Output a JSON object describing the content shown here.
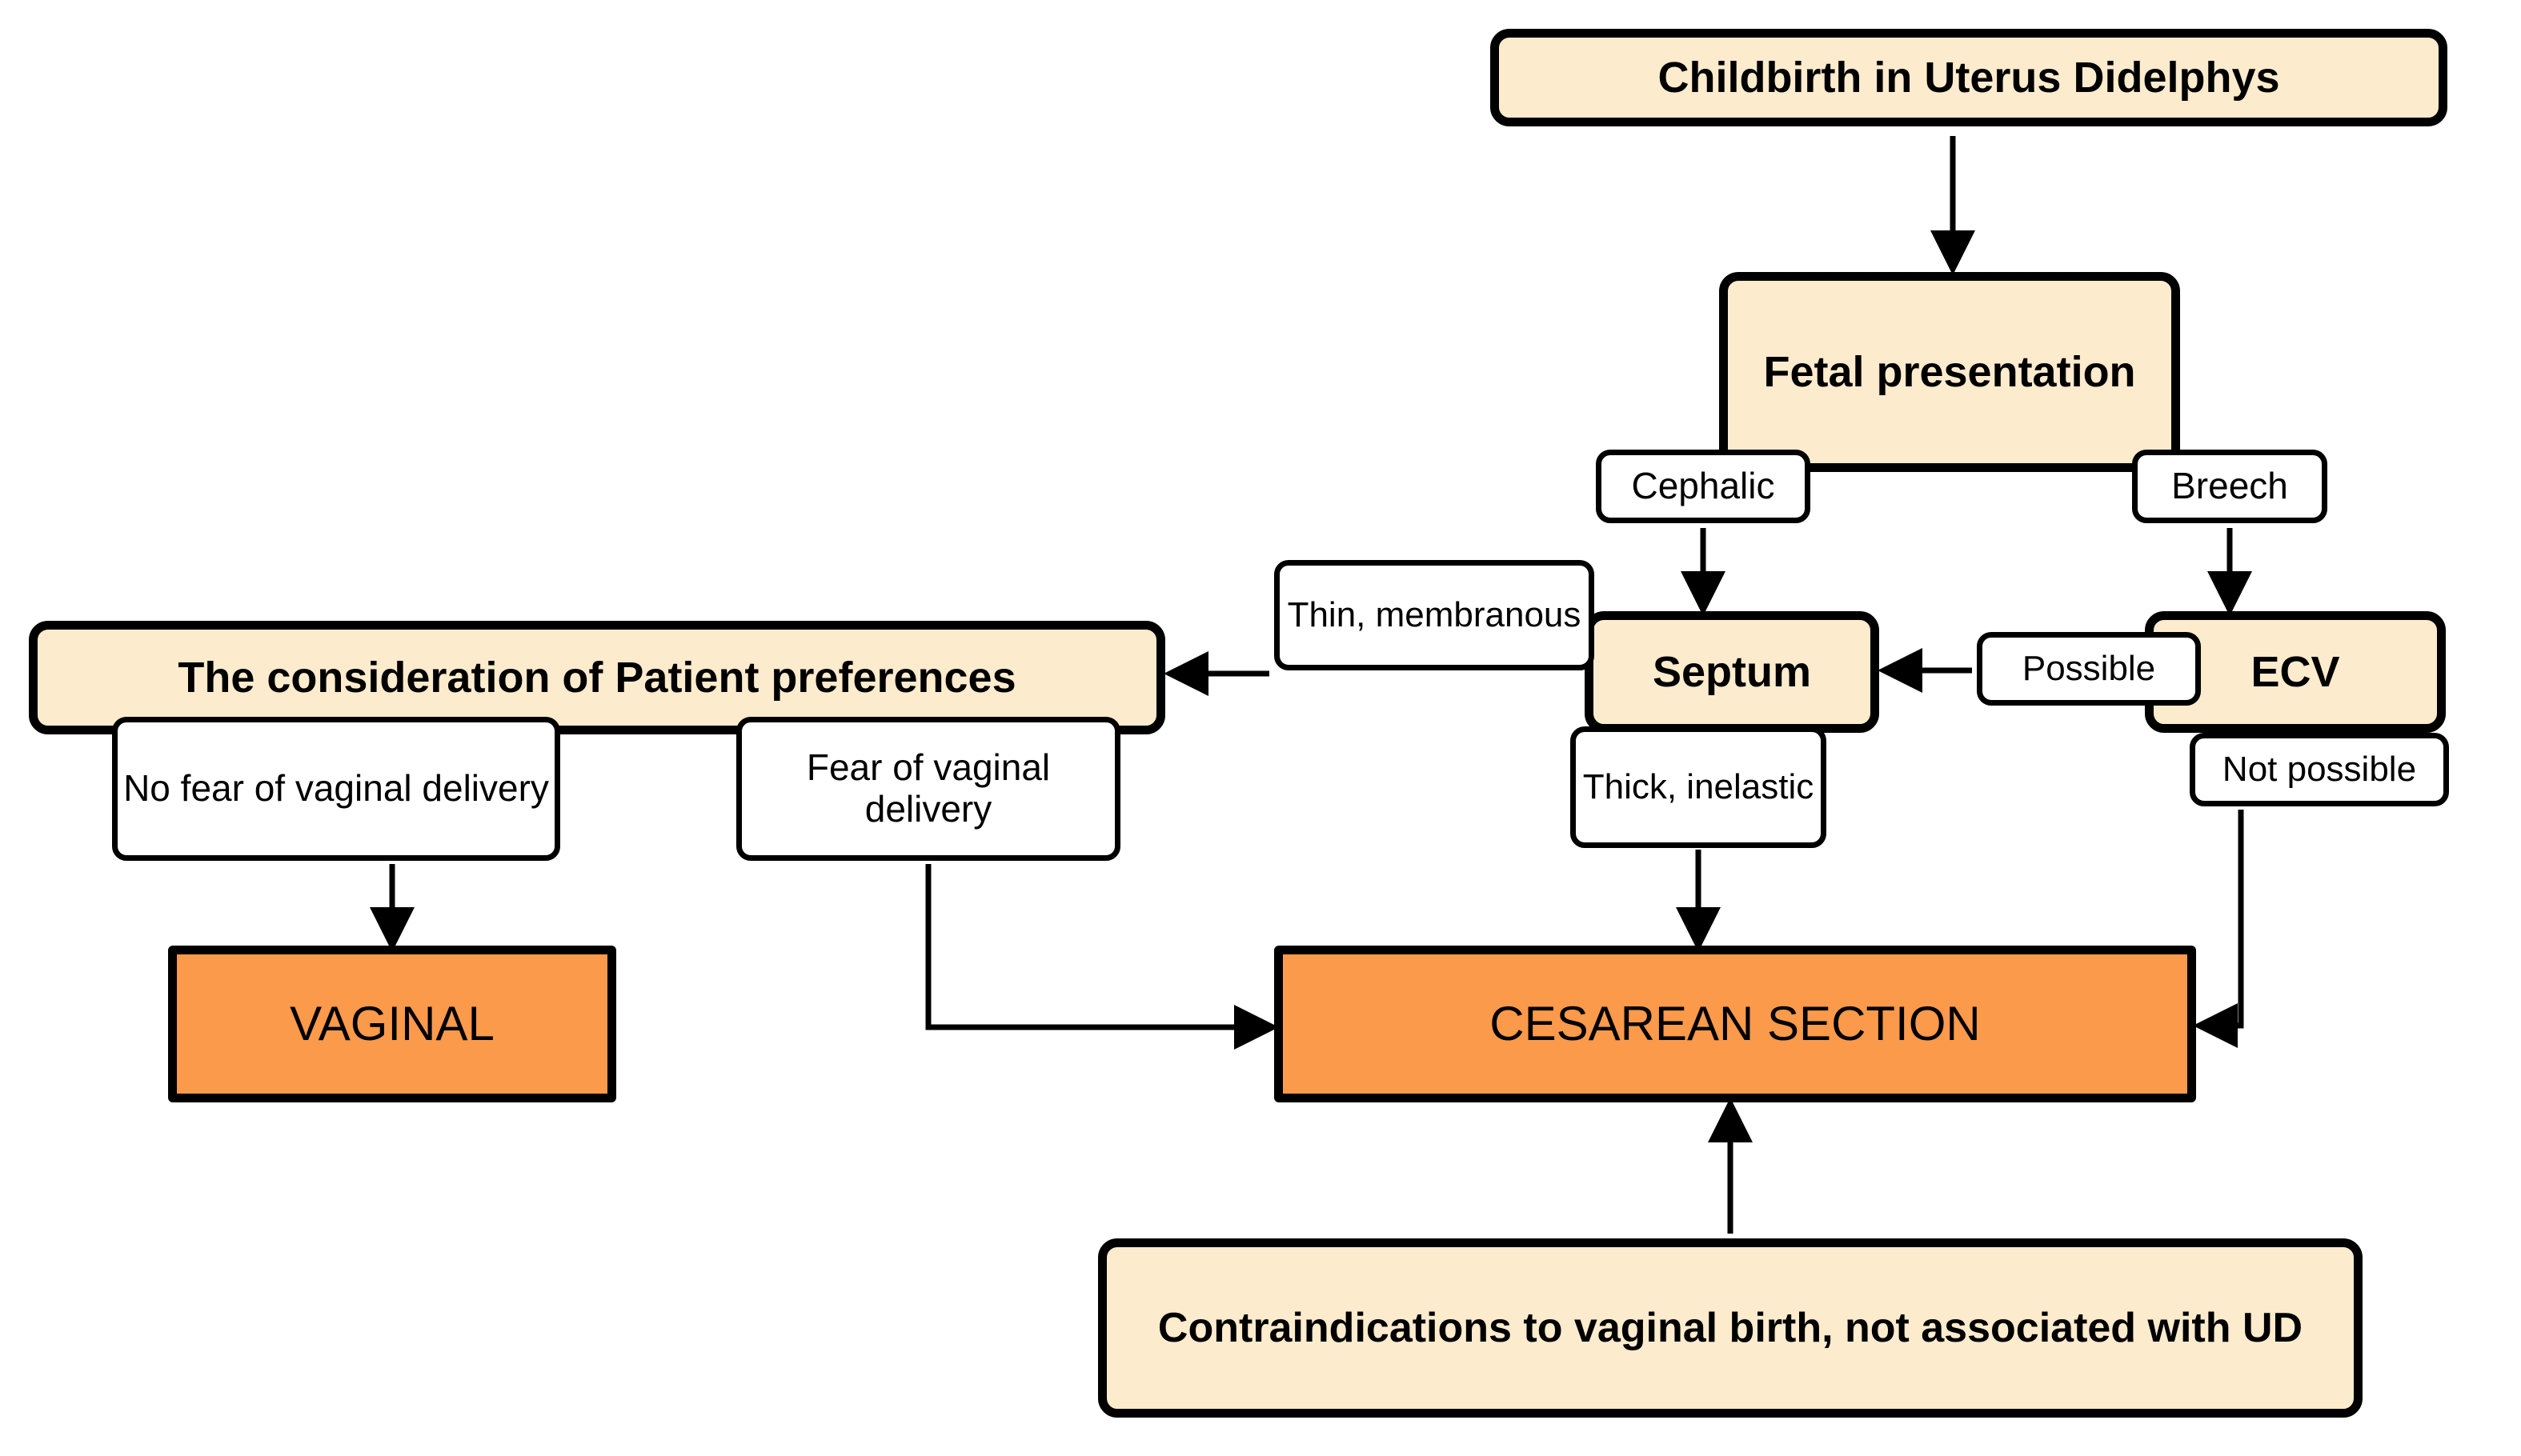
{
  "diagram": {
    "title": "Childbirth in Uterus Didelphys",
    "colors": {
      "process_fill": "#FCEBCD",
      "terminal_fill": "#FB9A4B",
      "label_fill": "#FFFFFF",
      "stroke": "#000000",
      "background": "#FFFFFF"
    },
    "nodes": {
      "root": "Childbirth in Uterus Didelphys",
      "fetal_presentation": "Fetal presentation",
      "septum": "Septum",
      "ecv": "ECV",
      "patient_preferences": "The consideration of Patient preferences",
      "vaginal": "VAGINAL",
      "cesarean": "CESAREAN SECTION",
      "contraindications": "Contraindications to vaginal birth, not associated with UD"
    },
    "edge_labels": {
      "cephalic": "Cephalic",
      "breech": "Breech",
      "thin_membranous": "Thin, membranous",
      "thick_inelastic": "Thick, inelastic",
      "possible": "Possible",
      "not_possible": "Not possible",
      "no_fear": "No fear of vaginal delivery",
      "fear": "Fear of vaginal delivery"
    },
    "edges": [
      {
        "from": "root",
        "to": "fetal_presentation",
        "label": ""
      },
      {
        "from": "fetal_presentation",
        "to": "septum",
        "label": "Cephalic"
      },
      {
        "from": "fetal_presentation",
        "to": "ecv",
        "label": "Breech"
      },
      {
        "from": "septum",
        "to": "patient_preferences",
        "label": "Thin, membranous"
      },
      {
        "from": "septum",
        "to": "cesarean",
        "label": "Thick, inelastic"
      },
      {
        "from": "ecv",
        "to": "septum",
        "label": "Possible"
      },
      {
        "from": "ecv",
        "to": "cesarean",
        "label": "Not possible"
      },
      {
        "from": "patient_preferences",
        "to": "vaginal",
        "label": "No fear of vaginal delivery"
      },
      {
        "from": "patient_preferences",
        "to": "cesarean",
        "label": "Fear of vaginal delivery"
      },
      {
        "from": "contraindications",
        "to": "cesarean",
        "label": ""
      }
    ]
  }
}
